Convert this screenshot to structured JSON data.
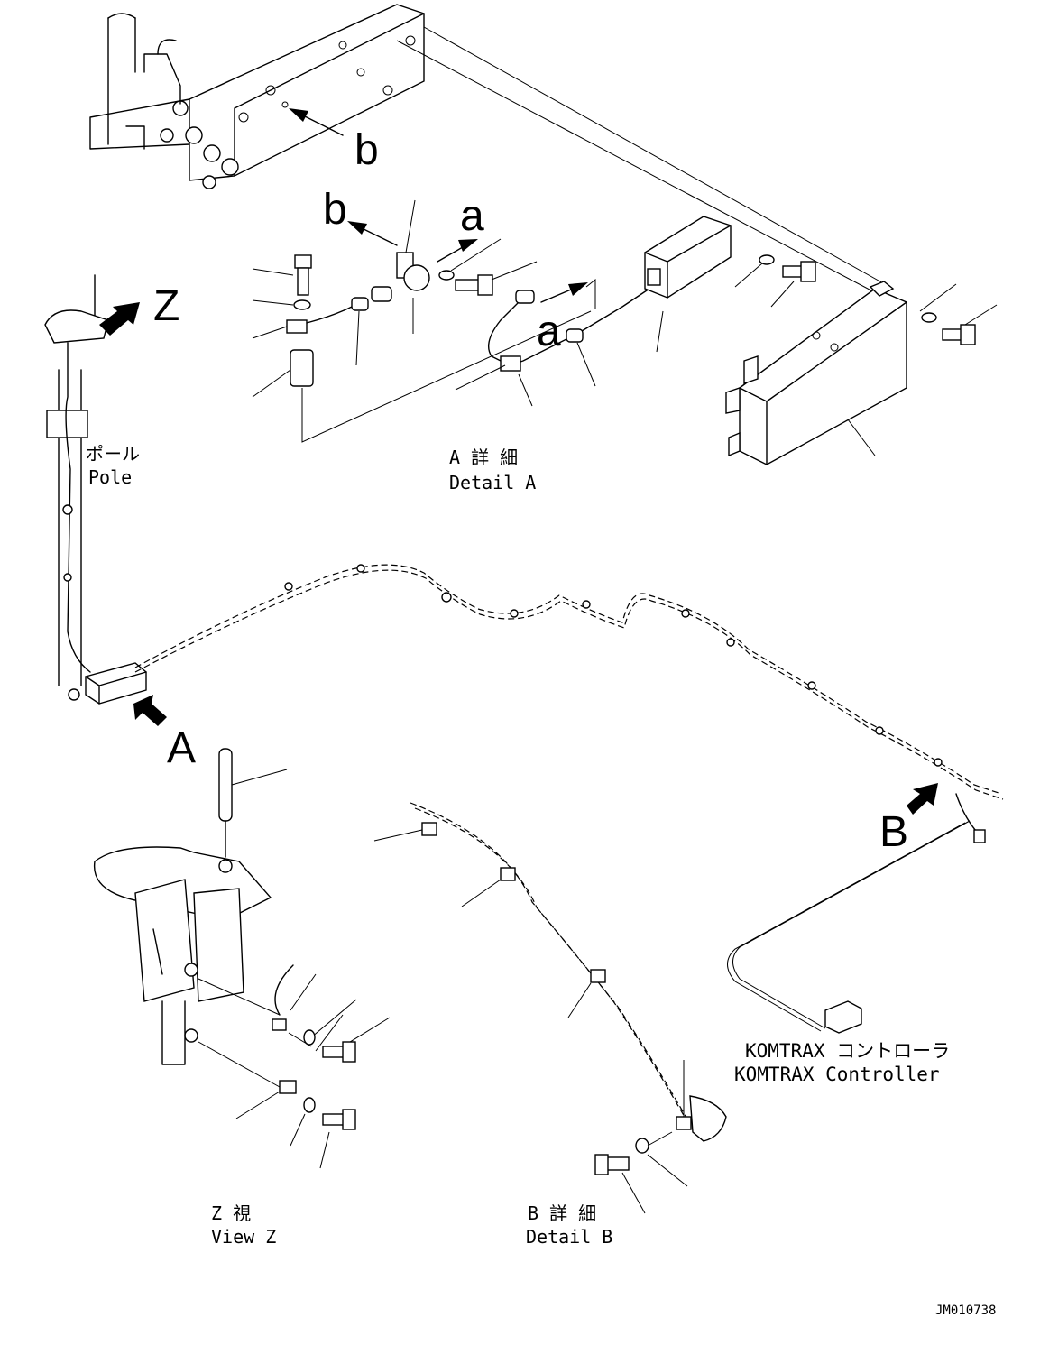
{
  "labels": {
    "ref_b_upper": "b",
    "ref_b_detail": "b",
    "ref_a_detail": "a",
    "ref_a_inner": "a",
    "view_z_marker": "Z",
    "detail_a_marker": "A",
    "detail_b_marker": "B",
    "pole_jp": "ポール",
    "pole_en": "Pole",
    "detail_a_jp": "A 詳 細",
    "detail_a_en": "Detail A",
    "view_z_jp": "Z  視",
    "view_z_en": "View Z",
    "detail_b_jp": "B 詳 細",
    "detail_b_en": "Detail B",
    "controller_jp": "KOMTRAX コントローラ",
    "controller_en": "KOMTRAX Controller",
    "drawing_number": "JM010738"
  }
}
